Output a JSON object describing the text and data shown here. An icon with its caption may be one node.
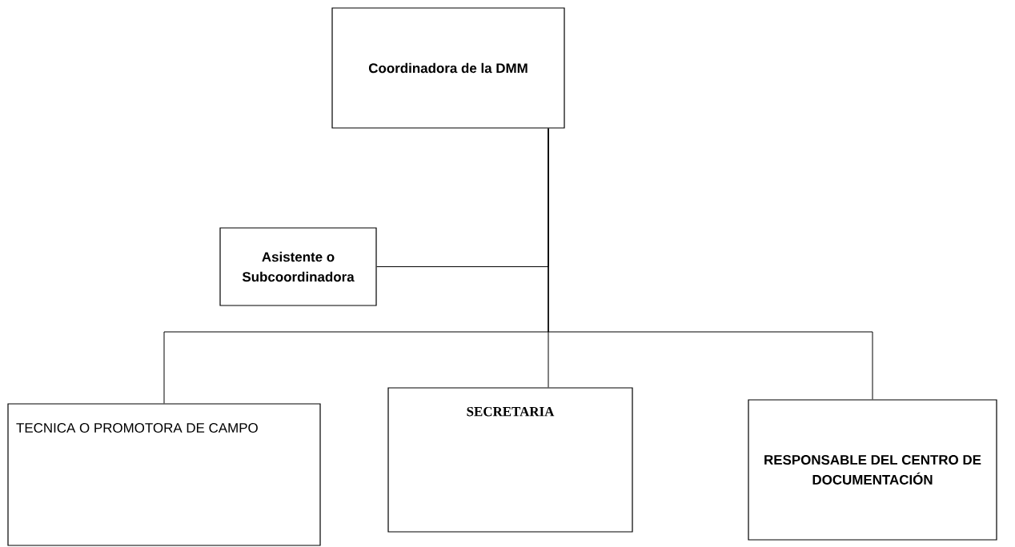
{
  "diagram": {
    "nodes": [
      {
        "text": [
          "Coordinadora de la DMM"
        ]
      },
      {
        "text": [
          "Asistente o Subcoordinadora"
        ]
      },
      {
        "text": [
          "TECNICA O PROMOTORA DE CAMPO"
        ]
      },
      {
        "text": [
          "SECRETARIA"
        ]
      },
      {
        "text": [
          "RESPONSABLE DEL CENTRO DE DOCUMENTACIÓN"
        ]
      }
    ],
    "edges": [
      {
        "from": 0,
        "to": 1,
        "arrow": "none"
      },
      {
        "from": 0,
        "to": 2,
        "arrow": "none"
      },
      {
        "from": 0,
        "to": 3,
        "arrow": "none"
      },
      {
        "from": 0,
        "to": 4,
        "arrow": "none"
      }
    ]
  }
}
